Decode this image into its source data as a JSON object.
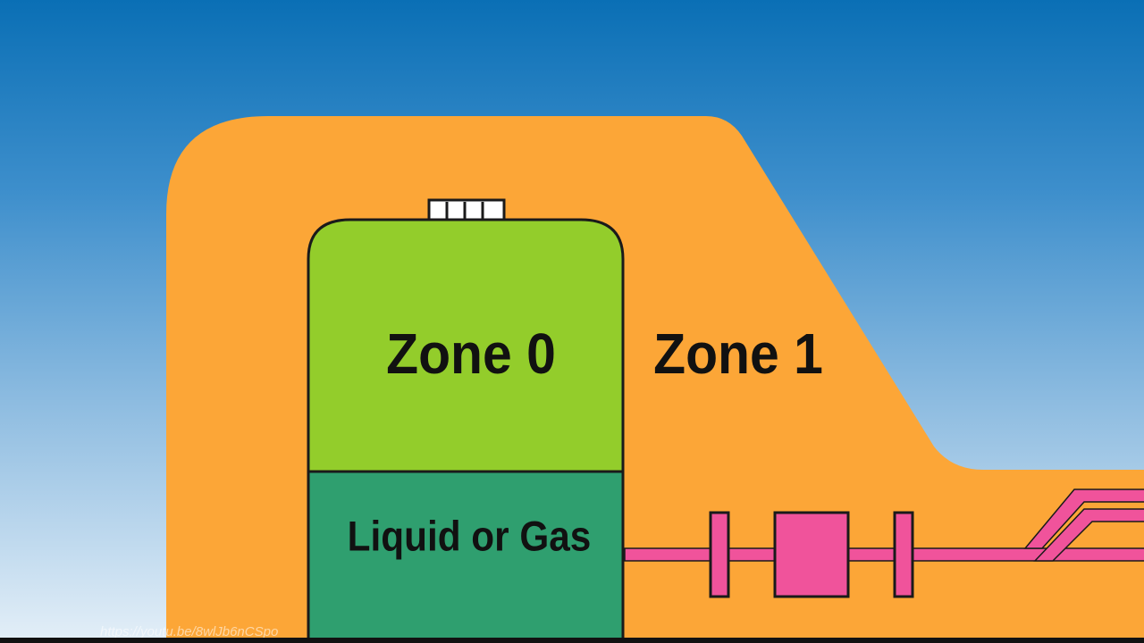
{
  "diagram": {
    "zone0_label": "Zone 0",
    "zone1_label": "Zone 1",
    "contents_label": "Liquid or Gas"
  },
  "watermark": "https://youtu.be/8wlJb6nCSpo",
  "colors": {
    "sky_top": "#0a6fb5",
    "sky_bottom": "#e4eff8",
    "zone1_orange": "#fca637",
    "zone0_green": "#93cd2b",
    "liquid_green": "#2f9f6f",
    "pipe_pink": "#f0539b",
    "outline": "#1a1a1a"
  },
  "icons": {
    "vent": "vent-grille-icon",
    "pipe": "pipe-icon",
    "flange": "flange-icon",
    "valve": "valve-icon"
  }
}
